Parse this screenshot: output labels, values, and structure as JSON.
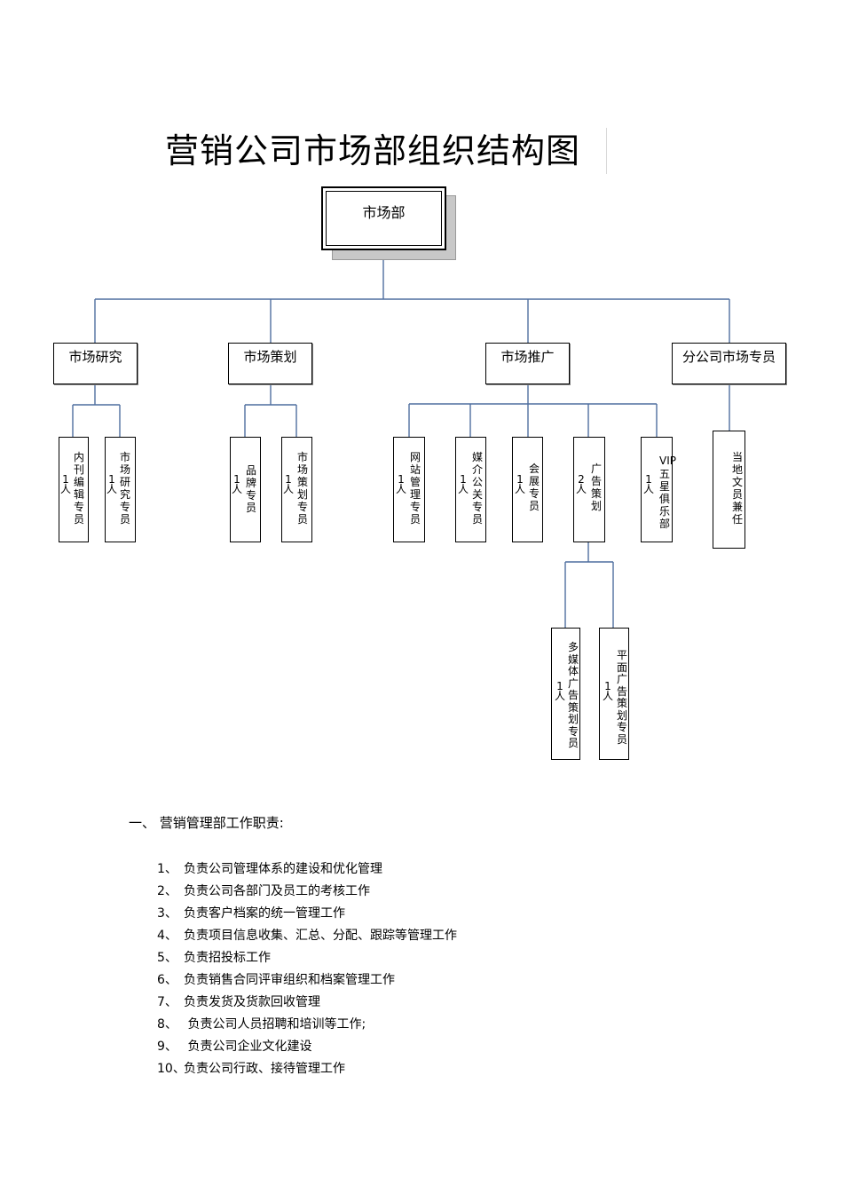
{
  "title": "营销公司市场部组织结构图",
  "org": {
    "root": "市场部",
    "departments": [
      {
        "label": "市场研究"
      },
      {
        "label": "市场策划"
      },
      {
        "label": "市场推广"
      },
      {
        "label": "分公司市场专员"
      }
    ],
    "positions": [
      {
        "name": "内刊编辑专员",
        "count": "1人"
      },
      {
        "name": "市场研究专员",
        "count": "1人"
      },
      {
        "name": "品牌专员",
        "count": "1人"
      },
      {
        "name": "市场策划专员",
        "count": "1人"
      },
      {
        "name": "网站管理专员",
        "count": "1人"
      },
      {
        "name": "媒介公关专员",
        "count": "1人"
      },
      {
        "name": "会展专员",
        "count": "1人"
      },
      {
        "name": "广告策划",
        "count": "2人"
      },
      {
        "name": "五星俱乐部",
        "prefix": "VIP",
        "count": "1人"
      },
      {
        "name": "当地文员兼任",
        "count": ""
      },
      {
        "name": "多媒体广告策划专员",
        "count": "1人"
      },
      {
        "name": "平面广告策划专员",
        "count": "1人"
      }
    ]
  },
  "duties": {
    "heading": "一、  营销管理部工作职责:",
    "items": [
      {
        "num": "1、",
        "text": "负责公司管理体系的建设和优化管理"
      },
      {
        "num": "2、",
        "text": "负责公司各部门及员工的考核工作"
      },
      {
        "num": "3、",
        "text": "负责客户档案的统一管理工作"
      },
      {
        "num": "4、",
        "text": "负责项目信息收集、汇总、分配、跟踪等管理工作"
      },
      {
        "num": "5、",
        "text": "负责招投标工作"
      },
      {
        "num": "6、",
        "text": "负责销售合同评审组织和档案管理工作"
      },
      {
        "num": "7、",
        "text": "负责发货及货款回收管理"
      },
      {
        "num": "8、",
        "text": " 负责公司人员招聘和培训等工作;"
      },
      {
        "num": "9、",
        "text": " 负责公司企业文化建设"
      },
      {
        "num": "10、",
        "text": "负责公司行政、接待管理工作"
      }
    ]
  },
  "colors": {
    "connector": "#4f6f9f",
    "border": "#000000"
  }
}
